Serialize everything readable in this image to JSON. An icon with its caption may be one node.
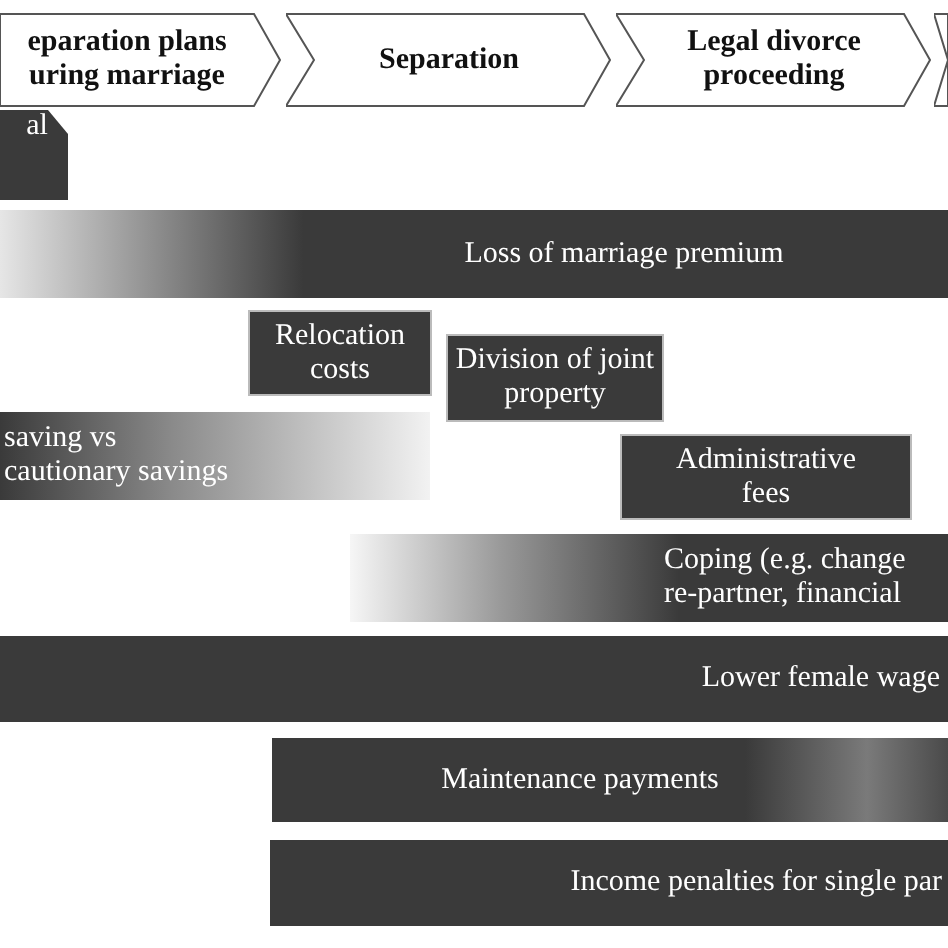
{
  "diagram": {
    "nodes": [
      {
        "text": [
          "eparation plans uring marriage"
        ]
      },
      {
        "text": [
          "Separation"
        ]
      },
      {
        "text": [
          "Legal divorce proceeding"
        ]
      },
      {
        "text": [],
        "shape": "chevron"
      },
      {
        "text": [
          "al"
        ]
      },
      {
        "text": [
          "Loss of marriage premium"
        ]
      },
      {
        "text": [
          "Relocation costs"
        ]
      },
      {
        "text": [
          "Division of joint property"
        ]
      },
      {
        "text": [
          "saving vs cautionary savings"
        ]
      },
      {
        "text": [
          "Administrative fees"
        ]
      },
      {
        "text": [
          "Coping (e.g. change re-partner, financial"
        ]
      },
      {
        "text": [
          "Lower female wage"
        ]
      },
      {
        "text": [
          "Maintenance payments"
        ]
      },
      {
        "text": [
          "Income penalties for single par"
        ]
      }
    ]
  }
}
